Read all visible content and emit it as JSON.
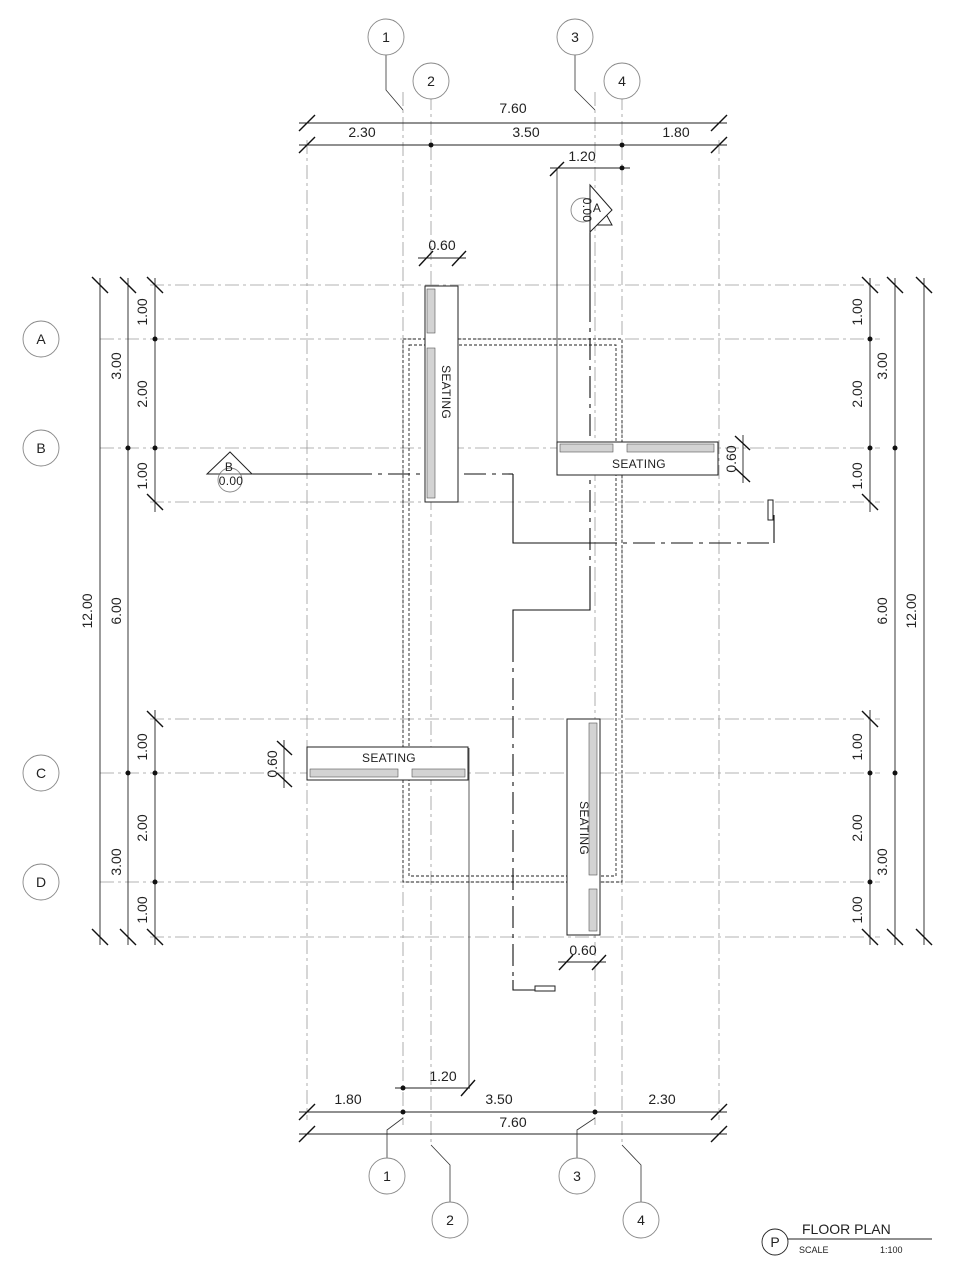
{
  "grid": {
    "columns": [
      "1",
      "2",
      "3",
      "4"
    ],
    "rows": [
      "A",
      "B",
      "C",
      "D"
    ]
  },
  "dims": {
    "top_total": "7.60",
    "top_a": "2.30",
    "top_b": "3.50",
    "top_c": "1.80",
    "top_offset": "1.20",
    "bottom_total": "7.60",
    "bottom_a": "1.80",
    "bottom_b": "3.50",
    "bottom_c": "2.30",
    "bottom_offset": "1.20",
    "left_total": "12.00",
    "left_mid": "6.00",
    "left_top": "3.00",
    "left_bottom": "3.00",
    "left_1": "1.00",
    "left_2": "2.00",
    "left_3": "1.00",
    "left_4": "1.00",
    "left_5": "2.00",
    "left_6": "1.00",
    "right_total": "12.00",
    "right_mid": "6.00",
    "right_top": "3.00",
    "right_bottom": "3.00",
    "right_1": "1.00",
    "right_2": "2.00",
    "right_3": "1.00",
    "right_4": "1.00",
    "right_5": "2.00",
    "right_6": "1.00",
    "bench_depth_1": "0.60",
    "bench_depth_2": "0.60",
    "bench_depth_3": "0.60",
    "bench_depth_4": "0.60"
  },
  "benches": {
    "label_1": "SEATING",
    "label_2": "SEATING",
    "label_3": "SEATING",
    "label_4": "SEATING"
  },
  "sections": {
    "a_letter": "A",
    "a_level": "0.00",
    "b_letter": "B",
    "b_level": "0.00"
  },
  "title_block": {
    "mark": "P",
    "title": "FLOOR PLAN",
    "scale_label": "SCALE",
    "scale_value": "1:100"
  }
}
